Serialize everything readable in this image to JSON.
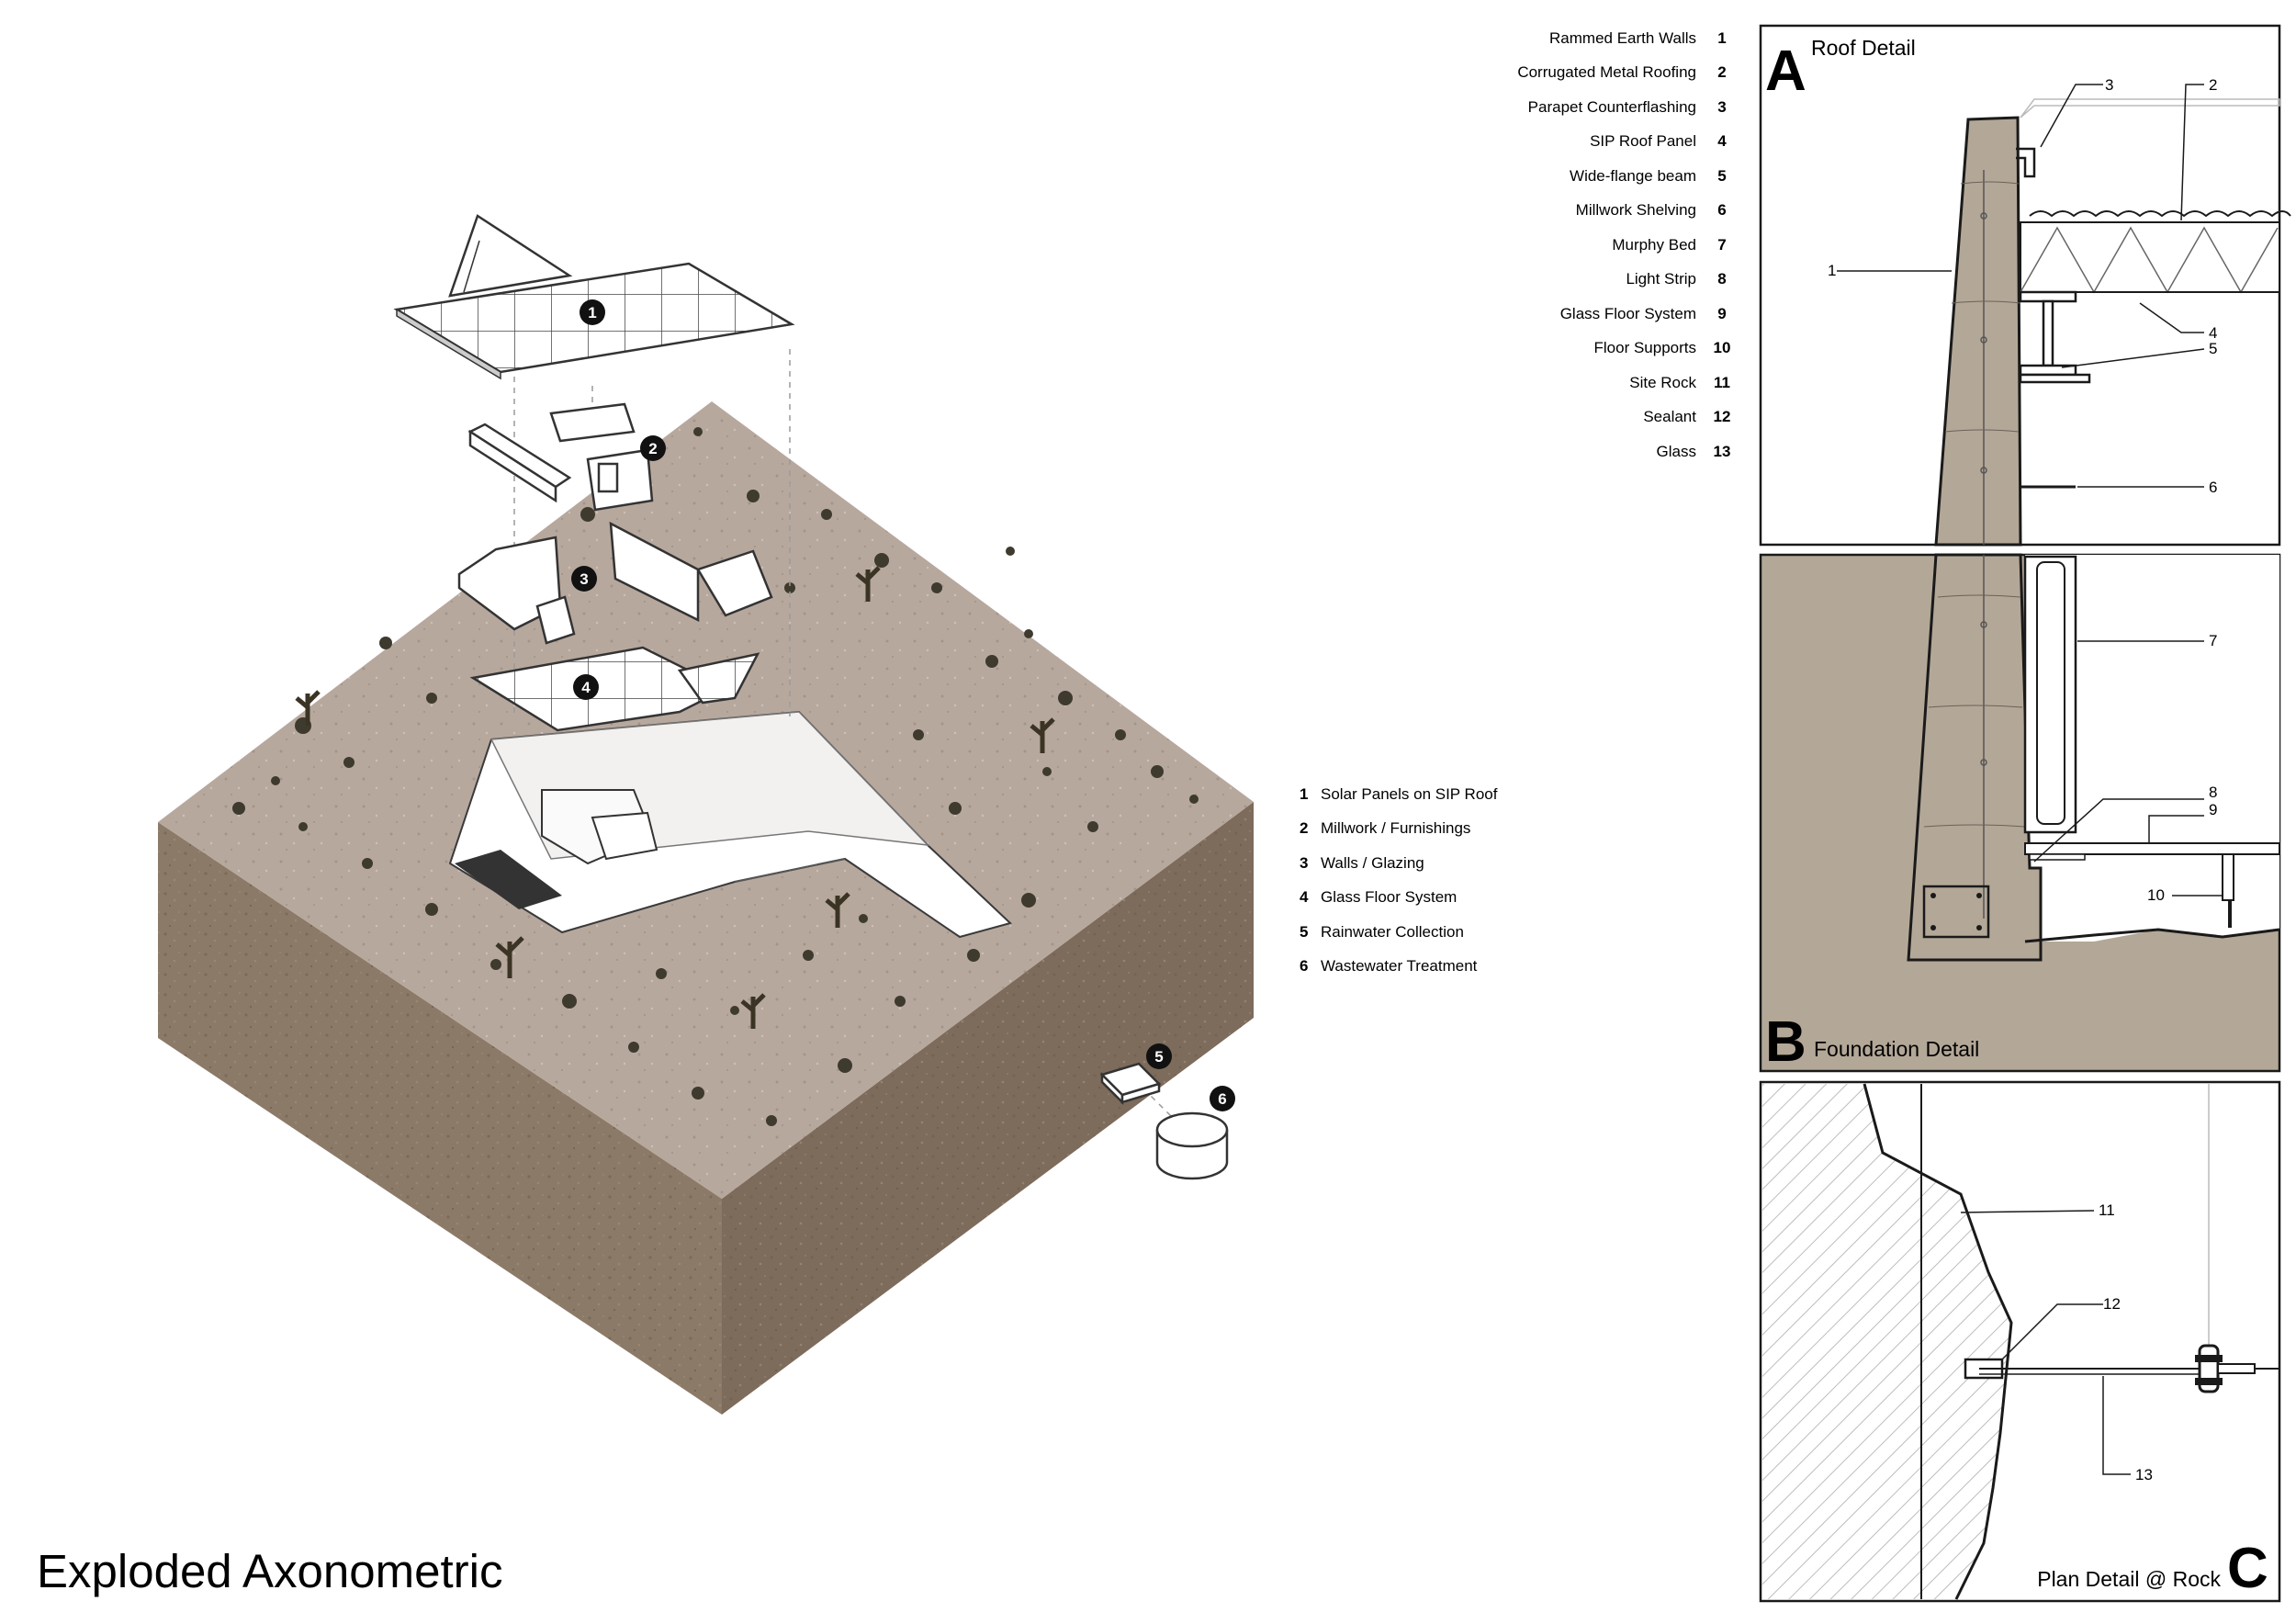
{
  "page_title": "Exploded Axonometric",
  "materials_legend": [
    {
      "label": "Rammed Earth Walls",
      "num": "1"
    },
    {
      "label": "Corrugated Metal Roofing",
      "num": "2"
    },
    {
      "label": "Parapet Counterflashing",
      "num": "3"
    },
    {
      "label": "SIP Roof Panel",
      "num": "4"
    },
    {
      "label": "Wide-flange beam",
      "num": "5"
    },
    {
      "label": "Millwork Shelving",
      "num": "6"
    },
    {
      "label": "Murphy Bed",
      "num": "7"
    },
    {
      "label": "Light Strip",
      "num": "8"
    },
    {
      "label": "Glass Floor System",
      "num": "9"
    },
    {
      "label": "Floor Supports",
      "num": "10"
    },
    {
      "label": "Site Rock",
      "num": "11"
    },
    {
      "label": "Sealant",
      "num": "12"
    },
    {
      "label": "Glass",
      "num": "13"
    }
  ],
  "component_key": [
    {
      "num": "1",
      "label": "Solar Panels on SIP Roof"
    },
    {
      "num": "2",
      "label": "Millwork / Furnishings"
    },
    {
      "num": "3",
      "label": "Walls / Glazing"
    },
    {
      "num": "4",
      "label": "Glass Floor System"
    },
    {
      "num": "5",
      "label": "Rainwater Collection"
    },
    {
      "num": "6",
      "label": "Wastewater Treatment"
    }
  ],
  "details": {
    "a": {
      "letter": "A",
      "title": "Roof Detail",
      "callouts": [
        "3",
        "2",
        "1",
        "4",
        "5",
        "6"
      ]
    },
    "b": {
      "letter": "B",
      "title": "Foundation Detail",
      "callouts": [
        "7",
        "8",
        "9",
        "10"
      ]
    },
    "c": {
      "letter": "C",
      "title": "Plan Detail @ Rock",
      "callouts": [
        "11",
        "12",
        "13"
      ]
    }
  },
  "axon_markers": [
    "1",
    "2",
    "3",
    "4",
    "5",
    "6"
  ],
  "colors": {
    "ground_top": "#b7a89e",
    "earth_left": "#8c7a68",
    "earth_right": "#7d6b5b",
    "earth_fill": "#b3a797",
    "ink": "#1a1a1a"
  }
}
